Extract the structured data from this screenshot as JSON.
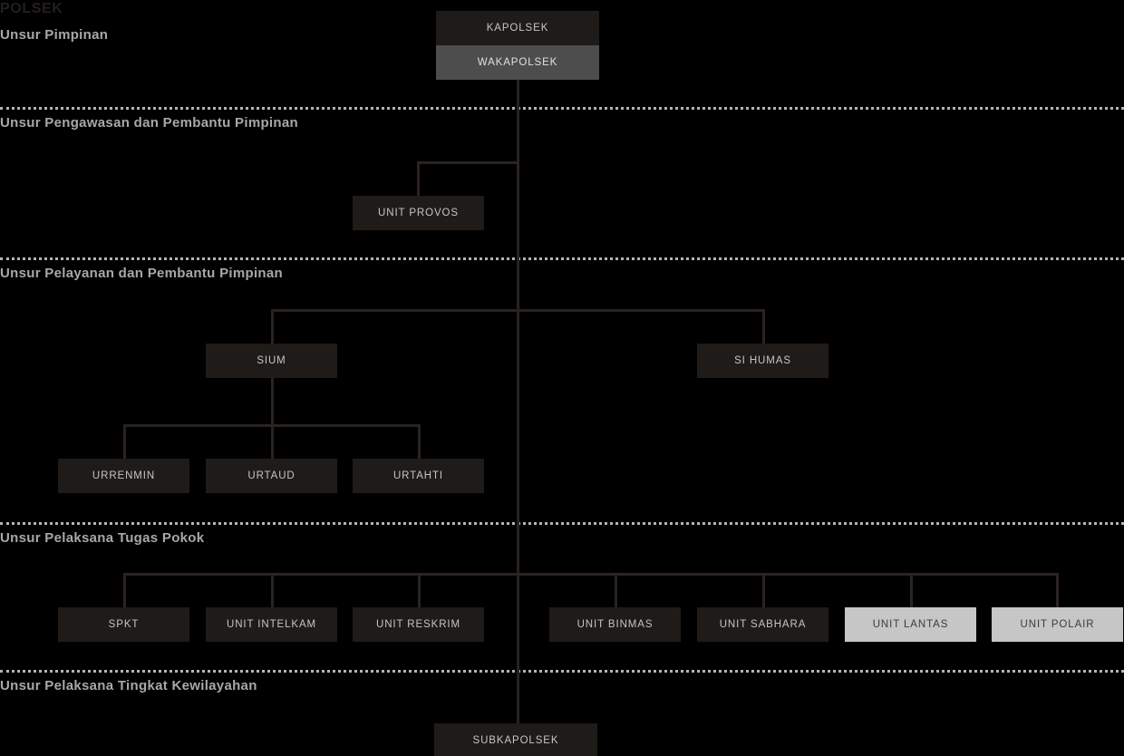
{
  "chart_data": {
    "type": "diagram",
    "title": "POLSEK",
    "diagram_kind": "organizational-chart",
    "colors": {
      "background": "#000000",
      "node_dark": "#1f1b19",
      "node_mid": "#4d4d4d",
      "node_light": "#c6c6c6",
      "connector": "#2a2320",
      "divider": "#b4b4b4",
      "section_label": "#a8a8a8",
      "title": "#231f1d"
    },
    "sections": [
      {
        "label": "Unsur Pimpinan"
      },
      {
        "label": "Unsur Pengawasan dan Pembantu Pimpinan"
      },
      {
        "label": "Unsur Pelayanan dan Pembantu Pimpinan"
      },
      {
        "label": "Unsur Pelaksana Tugas Pokok"
      },
      {
        "label": "Unsur Pelaksana Tingkat Kewilayahan"
      }
    ],
    "nodes": [
      {
        "id": "kapolsek",
        "label": "KAPOLSEK",
        "style": "dark",
        "section": 0
      },
      {
        "id": "wakapolsek",
        "label": "WAKAPOLSEK",
        "style": "mid",
        "section": 0
      },
      {
        "id": "unit-provos",
        "label": "UNIT PROVOS",
        "style": "dark",
        "section": 1
      },
      {
        "id": "sium",
        "label": "SIUM",
        "style": "dark",
        "section": 2
      },
      {
        "id": "si-humas",
        "label": "SI HUMAS",
        "style": "dark",
        "section": 2
      },
      {
        "id": "urrenmin",
        "label": "URRENMIN",
        "style": "dark",
        "section": 2
      },
      {
        "id": "urtaud",
        "label": "URTAUD",
        "style": "dark",
        "section": 2
      },
      {
        "id": "urtahti",
        "label": "URTAHTI",
        "style": "dark",
        "section": 2
      },
      {
        "id": "spkt",
        "label": "SPKT",
        "style": "dark",
        "section": 3
      },
      {
        "id": "unit-intelkam",
        "label": "UNIT INTELKAM",
        "style": "dark",
        "section": 3
      },
      {
        "id": "unit-reskrim",
        "label": "UNIT RESKRIM",
        "style": "dark",
        "section": 3
      },
      {
        "id": "unit-binmas",
        "label": "UNIT BINMAS",
        "style": "dark",
        "section": 3
      },
      {
        "id": "unit-sabhara",
        "label": "UNIT SABHARA",
        "style": "dark",
        "section": 3
      },
      {
        "id": "unit-lantas",
        "label": "UNIT LANTAS",
        "style": "light",
        "section": 3
      },
      {
        "id": "unit-polair",
        "label": "UNIT POLAIR",
        "style": "light",
        "section": 3
      },
      {
        "id": "subkapolsek",
        "label": "SUBKAPOLSEK",
        "style": "dark",
        "section": 4
      }
    ],
    "edges": [
      {
        "from": "kapolsek",
        "to": "wakapolsek"
      },
      {
        "from": "wakapolsek",
        "to": "unit-provos"
      },
      {
        "from": "wakapolsek",
        "to": "sium"
      },
      {
        "from": "wakapolsek",
        "to": "si-humas"
      },
      {
        "from": "sium",
        "to": "urrenmin"
      },
      {
        "from": "sium",
        "to": "urtaud"
      },
      {
        "from": "sium",
        "to": "urtahti"
      },
      {
        "from": "wakapolsek",
        "to": "spkt"
      },
      {
        "from": "wakapolsek",
        "to": "unit-intelkam"
      },
      {
        "from": "wakapolsek",
        "to": "unit-reskrim"
      },
      {
        "from": "wakapolsek",
        "to": "unit-binmas"
      },
      {
        "from": "wakapolsek",
        "to": "unit-sabhara"
      },
      {
        "from": "wakapolsek",
        "to": "unit-lantas"
      },
      {
        "from": "wakapolsek",
        "to": "unit-polair"
      },
      {
        "from": "wakapolsek",
        "to": "subkapolsek"
      }
    ]
  },
  "header": {
    "title": "POLSEK"
  },
  "sections": {
    "pimpinan": "Unsur Pimpinan",
    "pengawasan": "Unsur Pengawasan dan Pembantu Pimpinan",
    "pelayanan": "Unsur Pelayanan dan Pembantu Pimpinan",
    "pelaksana_pokok": "Unsur Pelaksana Tugas Pokok",
    "pelaksana_wilayah": "Unsur Pelaksana Tingkat Kewilayahan"
  },
  "nodes": {
    "kapolsek": "KAPOLSEK",
    "wakapolsek": "WAKAPOLSEK",
    "unit_provos": "UNIT PROVOS",
    "sium": "SIUM",
    "si_humas": "SI HUMAS",
    "urrenmin": "URRENMIN",
    "urtaud": "URTAUD",
    "urtahti": "URTAHTI",
    "spkt": "SPKT",
    "unit_intelkam": "UNIT INTELKAM",
    "unit_reskrim": "UNIT RESKRIM",
    "unit_binmas": "UNIT BINMAS",
    "unit_sabhara": "UNIT SABHARA",
    "unit_lantas": "UNIT LANTAS",
    "unit_polair": "UNIT POLAIR",
    "subkapolsek": "SUBKAPOLSEK"
  }
}
